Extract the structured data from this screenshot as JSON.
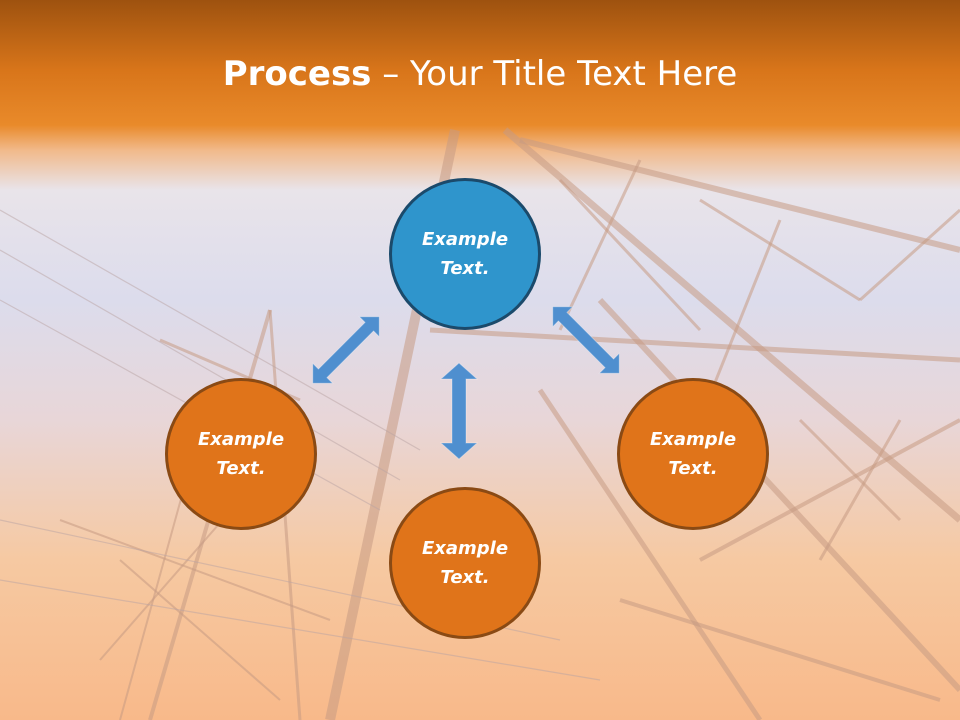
{
  "slide": {
    "title_bold": "Process",
    "title_rest": " – Your Title Text Here"
  },
  "nodes": {
    "top": {
      "line1": "Example",
      "line2": "Text."
    },
    "left": {
      "line1": "Example",
      "line2": "Text."
    },
    "right": {
      "line1": "Example",
      "line2": "Text."
    },
    "bottom": {
      "line1": "Example",
      "line2": "Text."
    }
  },
  "colors": {
    "header_orange": "#d8751a",
    "node_blue": "#2f95cc",
    "node_orange": "#e0741a",
    "arrow_blue": "#4f8fcf"
  }
}
